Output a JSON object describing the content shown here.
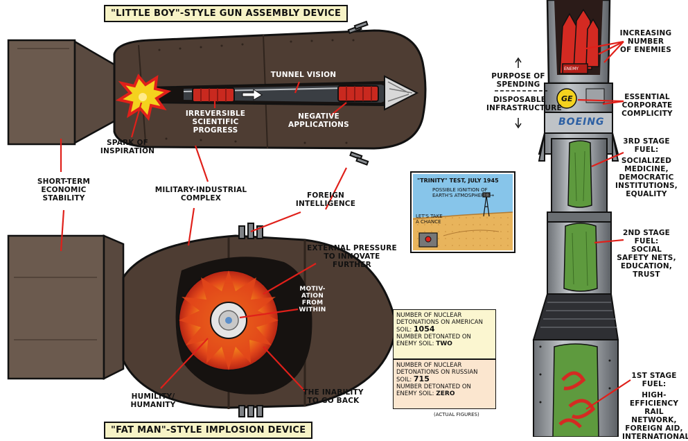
{
  "titles": {
    "little_boy": "\"LITTLE BOY\"-STYLE GUN ASSEMBLY DEVICE",
    "fat_man": "\"FAT MAN\"-STYLE IMPLOSION DEVICE"
  },
  "little_boy_labels": {
    "tunnel_vision": "TUNNEL VISION",
    "irreversible": [
      "IRREVERSIBLE",
      "SCIENTIFIC",
      "PROGRESS"
    ],
    "negative": [
      "NEGATIVE",
      "APPLICATIONS"
    ],
    "spark": [
      "SPARK OF",
      "INSPIRATION"
    ]
  },
  "shared_labels": {
    "short_term": [
      "SHORT-TERM",
      "ECONOMIC",
      "STABILITY"
    ],
    "military": [
      "MILITARY-INDUSTRIAL",
      "COMPLEX"
    ],
    "foreign": [
      "FOREIGN",
      "INTELLIGENCE"
    ]
  },
  "fat_man_labels": {
    "external": [
      "EXTERNAL PRESSURE",
      "TO INNOVATE",
      "FURTHER"
    ],
    "motivation": [
      "MOTIV-",
      "ATION",
      "FROM",
      "WITHIN"
    ],
    "humility": [
      "HUMILITY/",
      "HUMANITY"
    ],
    "inability": [
      "THE INABILITY",
      "TO GO BACK"
    ]
  },
  "trinity": {
    "caption": "\"TRINITY\" TEST, JULY 1945",
    "ignition": [
      "POSSIBLE IGNITION OF",
      "EARTH'S ATMOSPHERE?→"
    ],
    "chance": [
      "LET'S TAKE",
      "A CHANCE"
    ]
  },
  "nuclear_facts": {
    "american_line1": "NUMBER OF NUCLEAR",
    "american_line2": "DETONATIONS ON AMERICAN",
    "american_line3": "SOIL:",
    "american_value": "1054",
    "american_enemy1": "NUMBER DETONATED ON",
    "american_enemy2": "ENEMY SOIL:",
    "american_enemy_value": "TWO",
    "russian_line1": "NUMBER OF NUCLEAR",
    "russian_line2": "DETONATIONS ON RUSSIAN",
    "russian_line3": "SOIL:",
    "russian_value": "715",
    "russian_enemy1": "NUMBER DETONATED ON",
    "russian_enemy2": "ENEMY SOIL:",
    "russian_enemy_value": "ZERO",
    "footnote": "(ACTUAL FIGURES)"
  },
  "rocket_labels": {
    "increasing": [
      "INCREASING",
      "NUMBER",
      "OF ENEMIES"
    ],
    "enemy_tag": "ENEMY",
    "purpose": [
      "PURPOSE OF",
      "SPENDING"
    ],
    "disposable": [
      "DISPOSABLE",
      "INFRASTRUCTURE"
    ],
    "ge_logo": "GE",
    "boeing": "BOEING",
    "essential": [
      "ESSENTIAL",
      "CORPORATE",
      "COMPLICITY"
    ],
    "stage3_title": [
      "3RD STAGE",
      "FUEL:"
    ],
    "stage3_body": [
      "SOCIALIZED",
      "MEDICINE,",
      "DEMOCRATIC",
      "INSTITUTIONS,",
      "EQUALITY"
    ],
    "stage2_title": [
      "2ND STAGE",
      "FUEL:"
    ],
    "stage2_body": [
      "SOCIAL",
      "SAFETY NETS,",
      "EDUCATION,",
      "TRUST"
    ],
    "stage1_title": [
      "1ST STAGE",
      "FUEL:"
    ],
    "stage1_body": [
      "HIGH-EFFICIENCY",
      "RAIL NETWORK,",
      "FOREIGN AID,",
      "INTERNATIONAL"
    ]
  },
  "colors": {
    "bomb_body": "#4e3d33",
    "bomb_dark": "#2f241d",
    "fin": "#6b5a4e",
    "leader_line": "#e0201a",
    "rocket_metal": "#a4a8ad",
    "rocket_dark": "#2e2f33",
    "fuel_green": "#5e9a3e",
    "fuel_red": "#d42a22",
    "note_yellow": "#fbf6d0",
    "note_peach": "#fbe6cf"
  }
}
